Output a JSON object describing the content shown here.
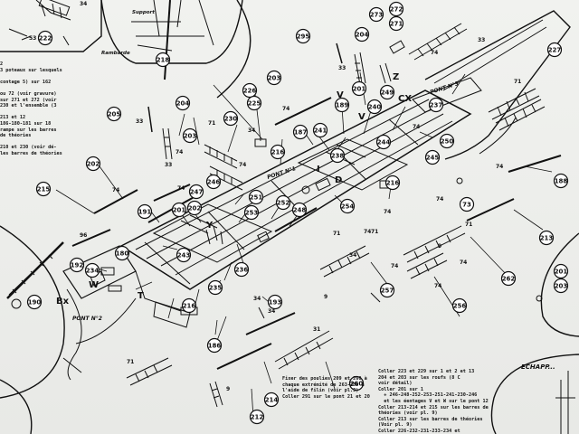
{
  "callouts": [
    {
      "id": "c-222",
      "label": "222"
    },
    {
      "id": "c-218",
      "label": "218"
    },
    {
      "id": "c-295",
      "label": "295"
    },
    {
      "id": "c-204a",
      "label": "204"
    },
    {
      "id": "c-226",
      "label": "226"
    },
    {
      "id": "c-225",
      "label": "225"
    },
    {
      "id": "c-203a",
      "label": "203"
    },
    {
      "id": "c-205",
      "label": "205"
    },
    {
      "id": "c-204b",
      "label": "204"
    },
    {
      "id": "c-203b",
      "label": "203"
    },
    {
      "id": "c-230",
      "label": "230"
    },
    {
      "id": "c-216a",
      "label": "216"
    },
    {
      "id": "c-187",
      "label": "187"
    },
    {
      "id": "c-241",
      "label": "241"
    },
    {
      "id": "c-238",
      "label": "238"
    },
    {
      "id": "c-189",
      "label": "189"
    },
    {
      "id": "c-201a",
      "label": "201"
    },
    {
      "id": "c-240",
      "label": "240"
    },
    {
      "id": "c-244",
      "label": "244"
    },
    {
      "id": "c-249",
      "label": "249"
    },
    {
      "id": "c-237",
      "label": "237"
    },
    {
      "id": "c-250",
      "label": "250"
    },
    {
      "id": "c-245",
      "label": "245"
    },
    {
      "id": "c-273",
      "label": "273"
    },
    {
      "id": "c-272",
      "label": "272"
    },
    {
      "id": "c-271",
      "label": "271"
    },
    {
      "id": "c-227",
      "label": "227"
    },
    {
      "id": "c-202",
      "label": "202"
    },
    {
      "id": "c-215",
      "label": "215"
    },
    {
      "id": "c-246",
      "label": "246"
    },
    {
      "id": "c-247",
      "label": "247"
    },
    {
      "id": "c-251",
      "label": "251"
    },
    {
      "id": "c-253",
      "label": "253"
    },
    {
      "id": "c-252",
      "label": "252"
    },
    {
      "id": "c-248",
      "label": "248"
    },
    {
      "id": "c-254",
      "label": "254"
    },
    {
      "id": "c-216b",
      "label": "216"
    },
    {
      "id": "c-188",
      "label": "188"
    },
    {
      "id": "c-191",
      "label": "191"
    },
    {
      "id": "c-201b",
      "label": "201"
    },
    {
      "id": "c-202b",
      "label": "202"
    },
    {
      "id": "c-243",
      "label": "243"
    },
    {
      "id": "c-180",
      "label": "180"
    },
    {
      "id": "c-192",
      "label": "192"
    },
    {
      "id": "c-234",
      "label": "234"
    },
    {
      "id": "c-236",
      "label": "236"
    },
    {
      "id": "c-235",
      "label": "235"
    },
    {
      "id": "c-190",
      "label": "190"
    },
    {
      "id": "c-73a",
      "label": "73"
    },
    {
      "id": "c-213",
      "label": "213"
    },
    {
      "id": "c-262",
      "label": "262"
    },
    {
      "id": "c-257",
      "label": "257"
    },
    {
      "id": "c-256",
      "label": "256"
    },
    {
      "id": "c-216c",
      "label": "216"
    },
    {
      "id": "c-193",
      "label": "193"
    },
    {
      "id": "c-186",
      "label": "186"
    },
    {
      "id": "c-260",
      "label": "260"
    },
    {
      "id": "c-214",
      "label": "214"
    },
    {
      "id": "c-212",
      "label": "212"
    },
    {
      "id": "c-201c",
      "label": "201"
    },
    {
      "id": "c-203c",
      "label": "203"
    }
  ],
  "plain_labels": [
    {
      "id": "l-34a",
      "label": "34"
    },
    {
      "id": "l-53",
      "label": "53"
    },
    {
      "id": "l-33a",
      "label": "33"
    },
    {
      "id": "l-74a",
      "label": "74"
    },
    {
      "id": "l-34b",
      "label": "34"
    },
    {
      "id": "l-33b",
      "label": "33"
    },
    {
      "id": "l-71a",
      "label": "71"
    },
    {
      "id": "l-74b",
      "label": "74"
    },
    {
      "id": "l-33c",
      "label": "33"
    },
    {
      "id": "l-74c",
      "label": "74"
    },
    {
      "id": "l-74d",
      "label": "74"
    },
    {
      "id": "l-71b",
      "label": "71"
    },
    {
      "id": "l-34c",
      "label": "34"
    },
    {
      "id": "l-74e",
      "label": "74"
    },
    {
      "id": "l-74f",
      "label": "74"
    },
    {
      "id": "l-74g",
      "label": "74"
    },
    {
      "id": "l-71c",
      "label": "71"
    },
    {
      "id": "l-33d",
      "label": "33"
    },
    {
      "id": "l-74h",
      "label": "74"
    },
    {
      "id": "l-71d",
      "label": "71"
    },
    {
      "id": "l-34d",
      "label": "34"
    },
    {
      "id": "l-9a",
      "label": "9"
    },
    {
      "id": "l-34e",
      "label": "34"
    },
    {
      "id": "l-74i",
      "label": "74"
    },
    {
      "id": "l-71e",
      "label": "71"
    },
    {
      "id": "l-74j",
      "label": "74"
    },
    {
      "id": "l-9b",
      "label": "9"
    },
    {
      "id": "l-74k",
      "label": "74"
    },
    {
      "id": "l-31",
      "label": "31"
    },
    {
      "id": "l-74l",
      "label": "74"
    },
    {
      "id": "l-71f",
      "label": "71"
    },
    {
      "id": "l-9c",
      "label": "9"
    },
    {
      "id": "l-96",
      "label": "96"
    },
    {
      "id": "l-74m",
      "label": "74"
    },
    {
      "id": "l-74n",
      "label": "74"
    }
  ],
  "letters": [
    {
      "id": "lt-v",
      "label": "V"
    },
    {
      "id": "lt-z",
      "label": "Z"
    },
    {
      "id": "lt-cx",
      "label": "CX"
    },
    {
      "id": "lt-i",
      "label": "I"
    },
    {
      "id": "lt-d",
      "label": "D"
    },
    {
      "id": "lt-w",
      "label": "W"
    },
    {
      "id": "lt-t",
      "label": "T"
    },
    {
      "id": "lt-bx",
      "label": "Bx"
    },
    {
      "id": "lt-y",
      "label": "Y"
    },
    {
      "id": "lt-v2",
      "label": "V"
    }
  ],
  "captions": {
    "support": "Support",
    "rambarde": "Rambarde",
    "pont1": "PONT N°1",
    "pont2": "PONT N°2",
    "pont3": "PONT N°3",
    "echappee": "ECHAPP..."
  },
  "left_notes": "2\n3 poteaux sur lesquels\n\ncontage 5) sur 162\n\nou 72 (voir gravure)\nsur 271 et 272 (voir\n230 et l'ensemble (3\n\n213 et 12\n186-180-181 sur 18\nrampe sur les barres\nde théories\n\n210 et 230 (voir dé-\nles barres de théories",
  "bottom_notes": "Fixer des poulies 209 et 260 à\nchaque extrémité de 263-259 à\nl'aide de filin (voir pl.3)\nColler 291 sur le pont 21 et 20",
  "right_notes": "Coller 223 et 229 sur 1 et 2 et 13\n204 et 203 sur les roufs (8 C\nvoir détail)\nColler 201 sur 1\n  + 246-248-252-253-251-241-230-246\n  et les éentages V et W sur le pont 12\nColler 213-214 et 215 sur les barres de\nthéories (voir pl. 9)\nColler 213 sur les barres de théories\n(Voir pl. 9)\nColler 226-232-231-233-234 et"
}
